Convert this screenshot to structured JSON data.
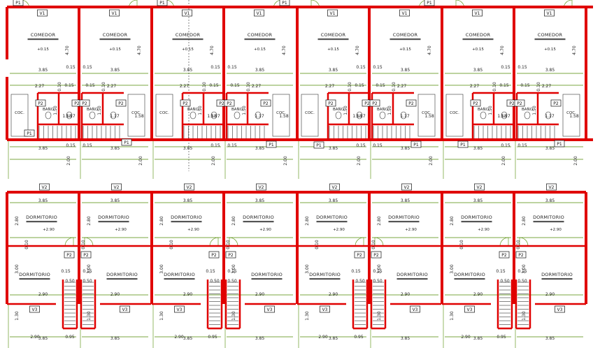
{
  "colors": {
    "wall": "#e00000",
    "dimension": "#4f8a00",
    "text": "#222222",
    "background": "#ffffff"
  },
  "ground_floor": {
    "units": 8,
    "room_dining": "COMEDOR",
    "room_bath": "BAÑO",
    "room_kitchen": "COC.",
    "level": "+0.15",
    "window_tag": "V1",
    "door_tag": "P1",
    "door_tag_2": "P2",
    "dim_width": "3.85",
    "dim_wall": "0.15",
    "dim_depth": "4.70",
    "dim_inner": "2.27",
    "dim_bath": "1.58",
    "dim_small": "0.10",
    "dim_bath_h": "1.50",
    "dim_front": "2.00",
    "dim_bath_w": "1.17"
  },
  "upper_floor": {
    "units": 8,
    "room_bedroom": "DORMITORIO",
    "level": "+2.90",
    "window_tag": "V2",
    "window_tag_3": "V3",
    "door_tag": "P2",
    "dim_width": "3.85",
    "dim_wall": "0.15",
    "dim_depth": "2.80",
    "dim_depth_2": "3.00",
    "dim_depth_3": "1.30",
    "dim_room": "2.90",
    "dim_stair": "0.95",
    "dim_small": "0.10",
    "dim_stair_w": "0.50"
  }
}
